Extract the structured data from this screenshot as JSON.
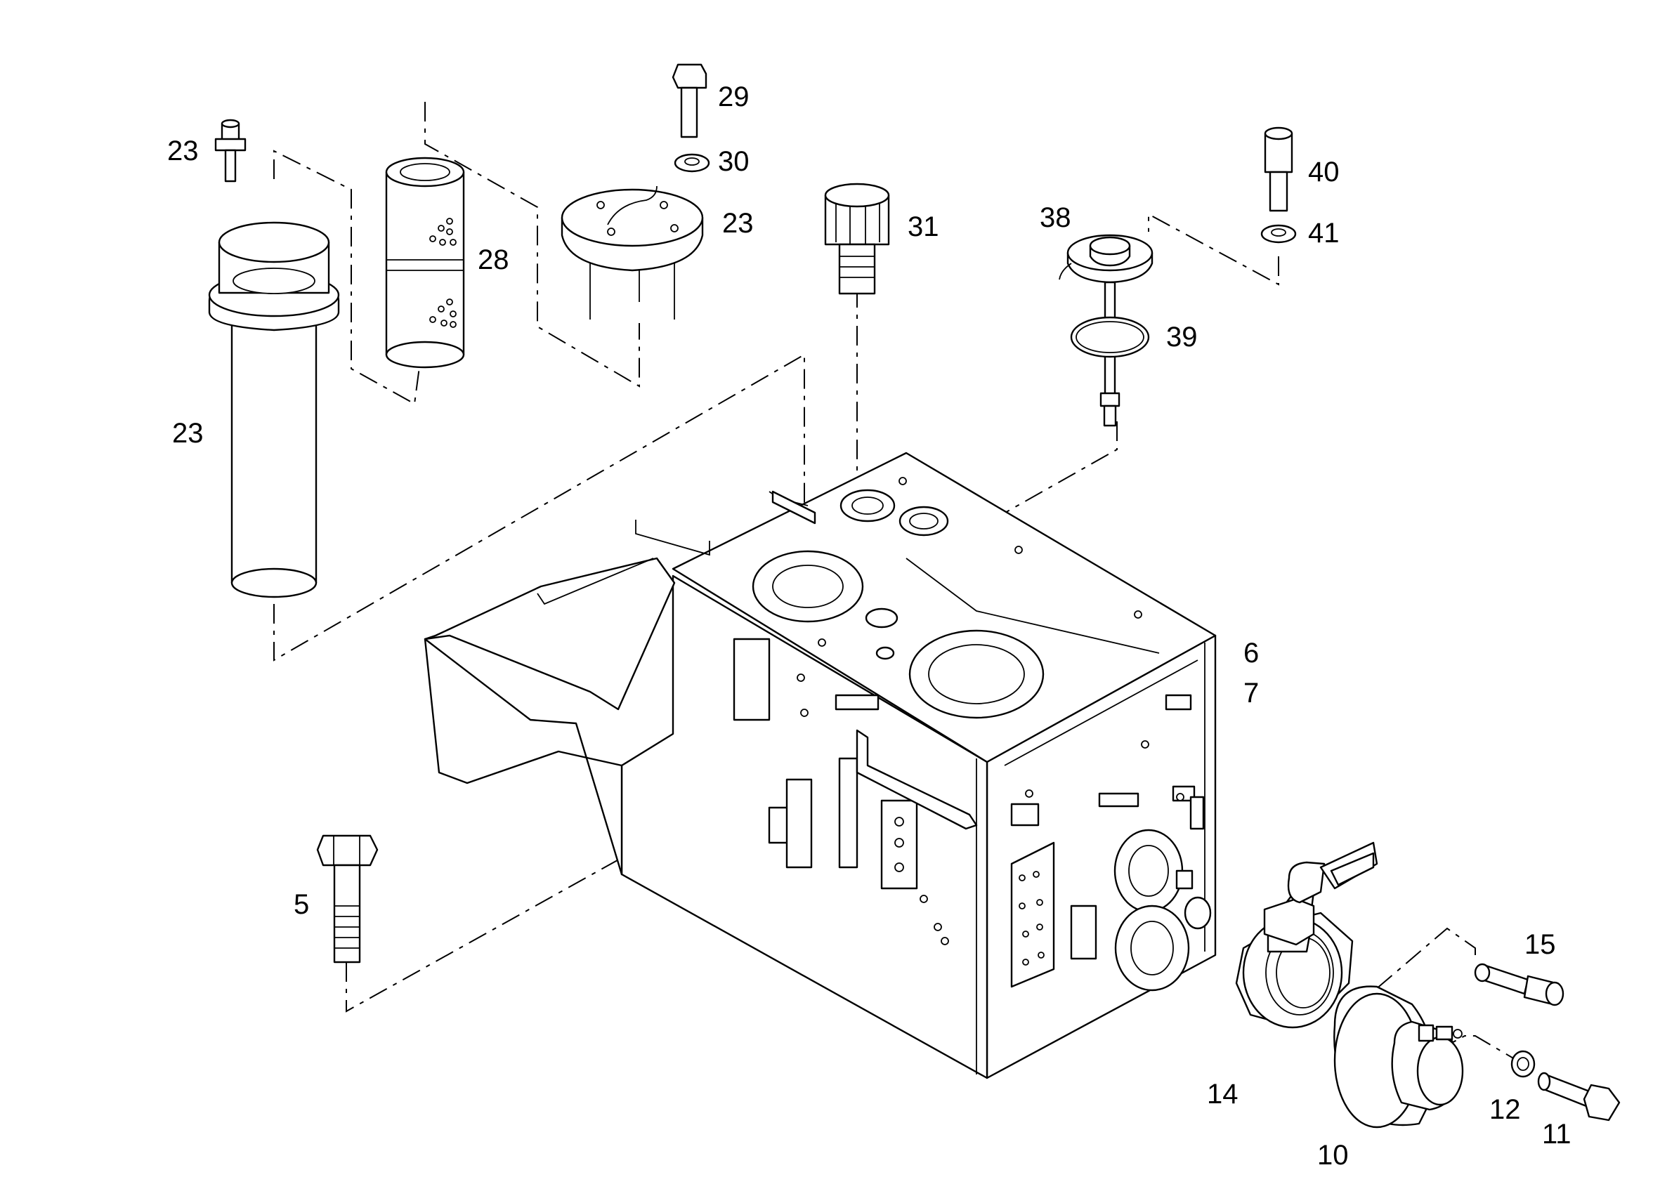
{
  "diagram": {
    "type": "exploded-parts-view",
    "callouts": {
      "c23_bolt": "23",
      "c23_tube": "23",
      "c23_plate": "23",
      "c28": "28",
      "c29": "29",
      "c30": "30",
      "c31": "31",
      "c38": "38",
      "c39": "39",
      "c40": "40",
      "c41": "41",
      "c6": "6",
      "c7": "7",
      "c5": "5",
      "c15": "15",
      "c14": "14",
      "c12": "12",
      "c11": "11",
      "c10": "10"
    }
  }
}
